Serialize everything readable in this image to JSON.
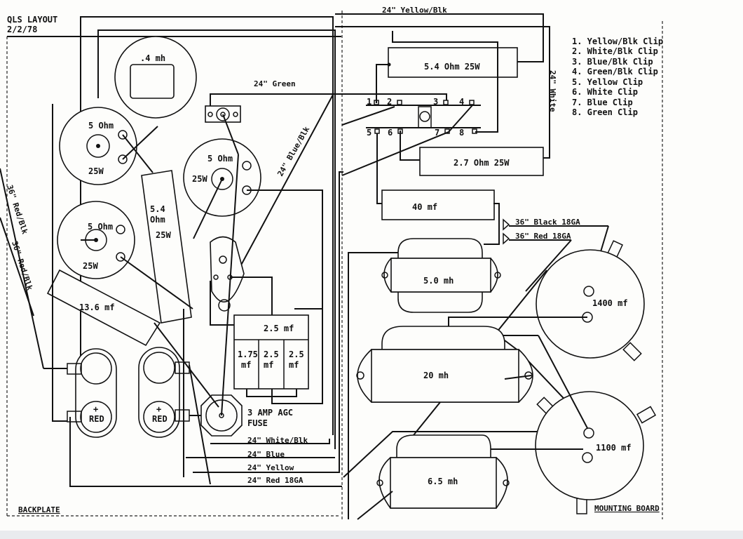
{
  "header": {
    "title": "QLS LAYOUT",
    "date": "2/2/78"
  },
  "sections": {
    "backplate": "BACKPLATE",
    "mounting_board": "MOUNTING BOARD"
  },
  "legend": {
    "items": [
      "1. Yellow/Blk Clip",
      "2. White/Blk Clip",
      "3. Blue/Blk Clip",
      "4. Green/Blk Clip",
      "5. Yellow Clip",
      "6. White Clip",
      "7. Blue Clip",
      "8. Green Clip"
    ]
  },
  "terminal_strip": {
    "top": [
      "1",
      "2",
      "3",
      "4"
    ],
    "bottom": [
      "5",
      "6",
      "7",
      "8"
    ]
  },
  "components": {
    "inductor_04": ".4 mh",
    "pot1": {
      "value": "5 Ohm",
      "power": "25W"
    },
    "pot2": {
      "value": "5 Ohm",
      "power": "25W"
    },
    "pot3": {
      "value": "5 Ohm",
      "power": "25W"
    },
    "resistor_54_vertical": {
      "line1": "5.4",
      "line2": "Ohm",
      "line3": "25W"
    },
    "cap_136": "13.6 mf",
    "cap_bank_top": "2.5 mf",
    "cap_bank": [
      {
        "value": "1.75",
        "unit": "mf"
      },
      {
        "value": "2.5",
        "unit": "mf"
      },
      {
        "value": "2.5",
        "unit": "mf"
      }
    ],
    "fuse": {
      "line1": "3 AMP AGC",
      "line2": "FUSE"
    },
    "jack1": {
      "sign": "+",
      "label": "RED"
    },
    "jack2": {
      "sign": "+",
      "label": "RED"
    },
    "resistor_54_top": "5.4 Ohm 25W",
    "resistor_27": "2.7 Ohm 25W",
    "cap_40": "40 mf",
    "inductor_50": "5.0 mh",
    "inductor_20": "20 mh",
    "inductor_65": "6.5 mh",
    "cap_1400": "1400 mf",
    "cap_1100": "1100 mf"
  },
  "wires": {
    "yellow_blk_top": "24\" Yellow/Blk",
    "white_right": "24\" White",
    "green": "24\" Green",
    "blue_blk": "24\" Blue/Blk",
    "red_blk_1": "36\" Red/Blk",
    "red_blk_2": "36\" Red/Blk",
    "black_18": "36\" Black 18GA",
    "red_18": "36\" Red 18GA",
    "white_blk": "24\" White/Blk",
    "blue": "24\" Blue",
    "yellow": "24\" Yellow",
    "red_18_bottom": "24\" Red 18GA"
  }
}
